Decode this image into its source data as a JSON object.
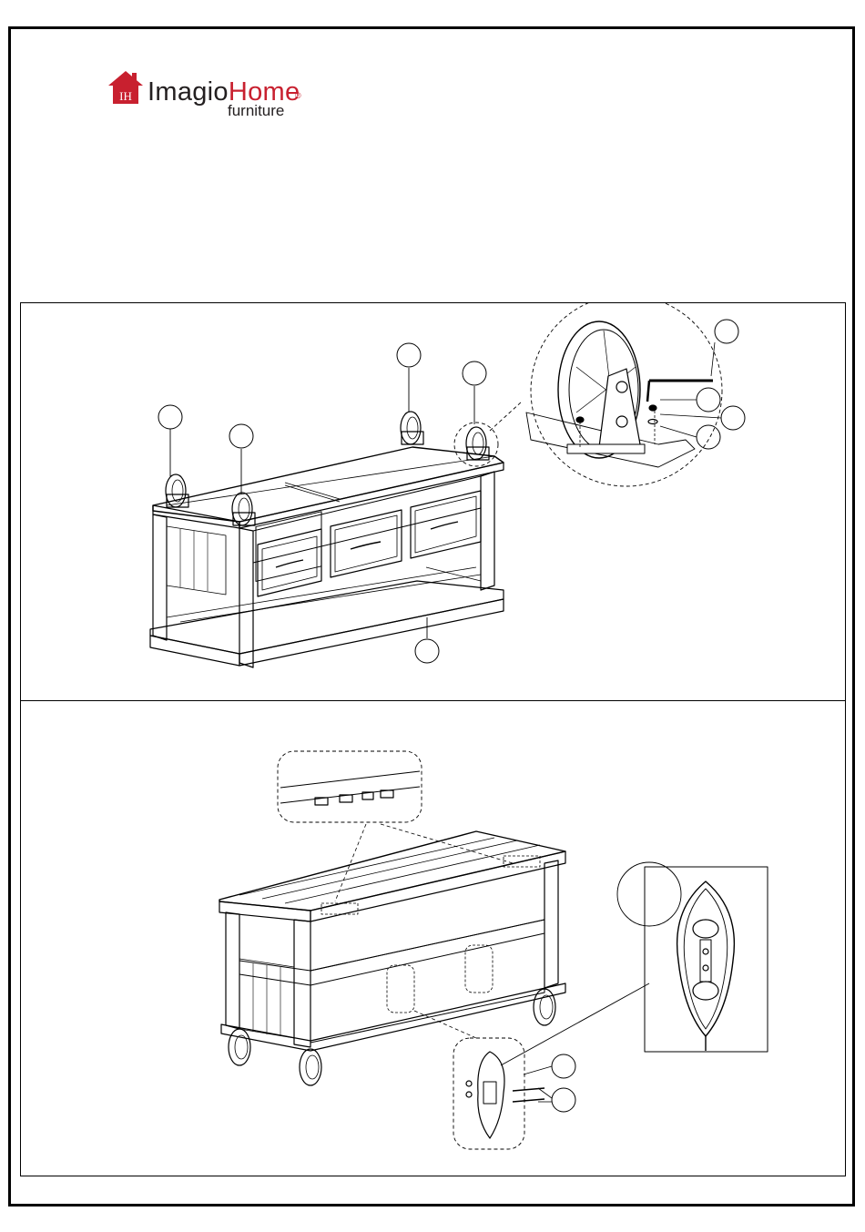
{
  "brand": {
    "name_part1": "Imagio",
    "name_part2": "Home",
    "registered_mark": "®",
    "subtitle": "furniture",
    "monogram": "IH",
    "colors": {
      "red": "#c8202f",
      "dark": "#231f20"
    }
  },
  "steps": [
    {
      "id": "step-1",
      "callouts": [
        "",
        "",
        "",
        "",
        "",
        "",
        "",
        ""
      ]
    },
    {
      "id": "step-2",
      "callouts": [
        "",
        ""
      ]
    }
  ]
}
